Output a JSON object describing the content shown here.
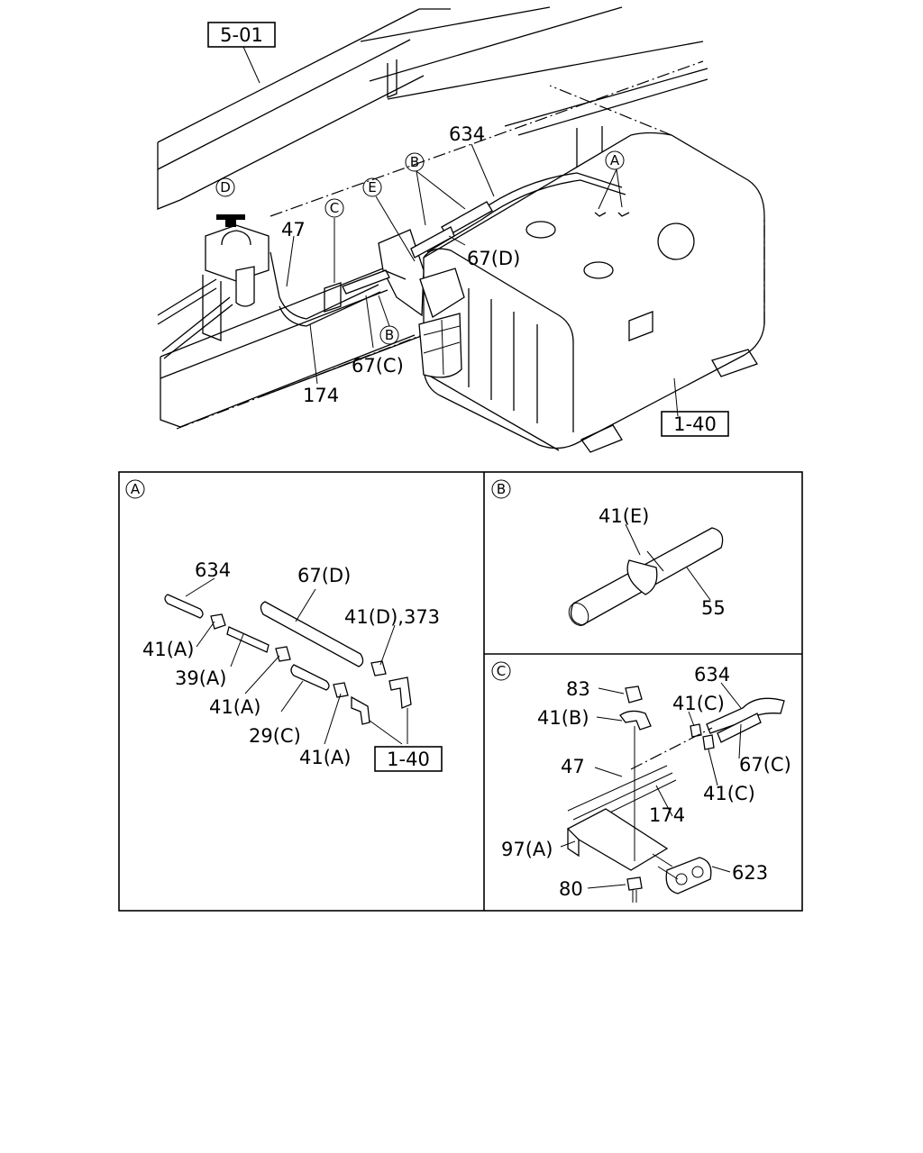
{
  "main_view": {
    "ref_top": "5-01",
    "ref_bottom": "1-40",
    "circle_d": "D",
    "circle_e": "E",
    "circle_c": "C",
    "circle_b1": "B",
    "circle_b2": "B",
    "circle_a": "A",
    "label_634": "634",
    "label_47": "47",
    "label_67d": "67(D)",
    "label_67c": "67(C)",
    "label_174": "174"
  },
  "detail_a": {
    "tag": "A",
    "label_634": "634",
    "label_67d": "67(D)",
    "label_41d_373": "41(D),373",
    "label_41a_1": "41(A)",
    "label_39a": "39(A)",
    "label_41a_2": "41(A)",
    "label_29c": "29(C)",
    "label_41a_3": "41(A)",
    "ref": "1-40"
  },
  "detail_b": {
    "tag": "B",
    "label_41e": "41(E)",
    "label_55": "55"
  },
  "detail_c": {
    "tag": "C",
    "label_83": "83",
    "label_634": "634",
    "label_41b": "41(B)",
    "label_41c_1": "41(C)",
    "label_47": "47",
    "label_67c": "67(C)",
    "label_41c_2": "41(C)",
    "label_174": "174",
    "label_97a": "97(A)",
    "label_623": "623",
    "label_80": "80"
  }
}
